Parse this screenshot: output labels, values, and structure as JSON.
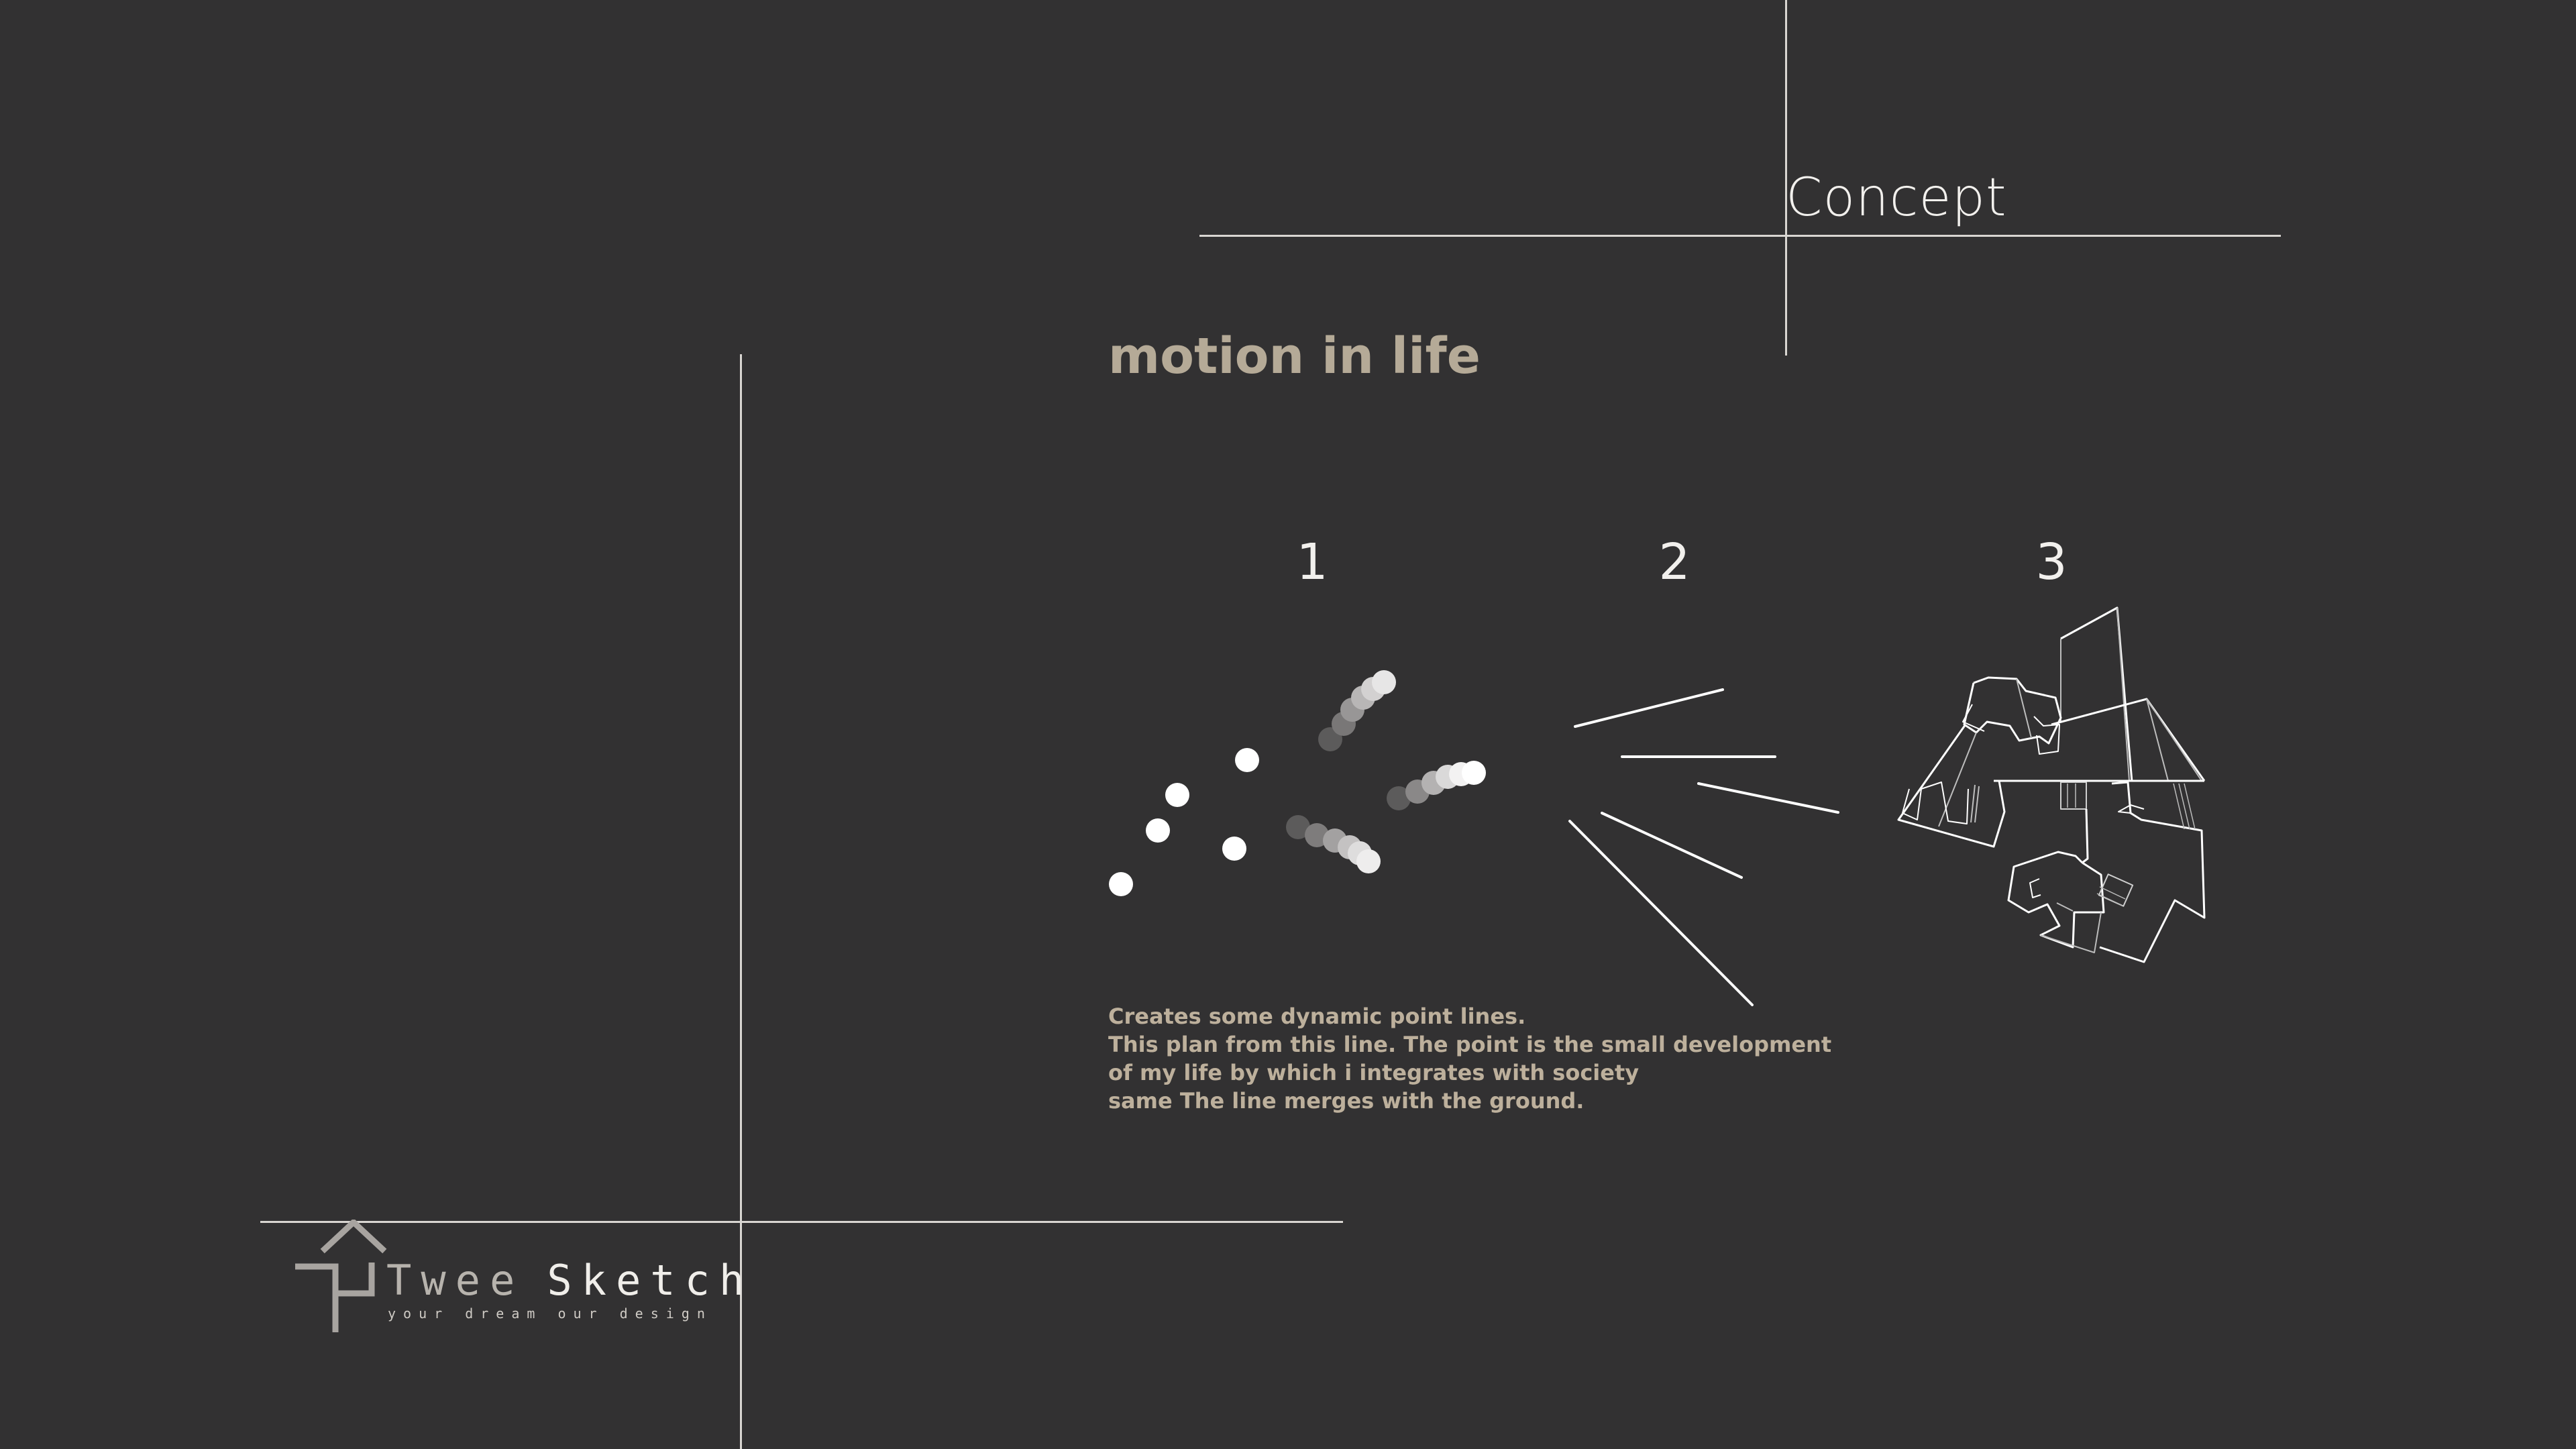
{
  "title": "Concept",
  "heading": "motion in life",
  "steps": [
    {
      "number": "1"
    },
    {
      "number": "2"
    },
    {
      "number": "3"
    }
  ],
  "description": [
    "Creates some dynamic point lines.",
    "This plan from this line. The point is the small development",
    "of my life by which i integrates with society",
    "same The line merges with the ground."
  ],
  "logo": {
    "name_part_1": "Twee",
    "name_part_2": "Sketch",
    "tagline": "your dream  our design"
  },
  "colors": {
    "background": "#323132",
    "heading": "#b5aa97",
    "body_text": "#bdb09c",
    "lines": "#d9d6d2",
    "title": "#f2f0ed"
  },
  "icons": {
    "logo_mark": "house-outline-icon",
    "step_1_graphic": "dynamic-points-graphic",
    "step_2_graphic": "radiating-lines-graphic",
    "step_3_graphic": "floor-plan-sketch-graphic"
  }
}
